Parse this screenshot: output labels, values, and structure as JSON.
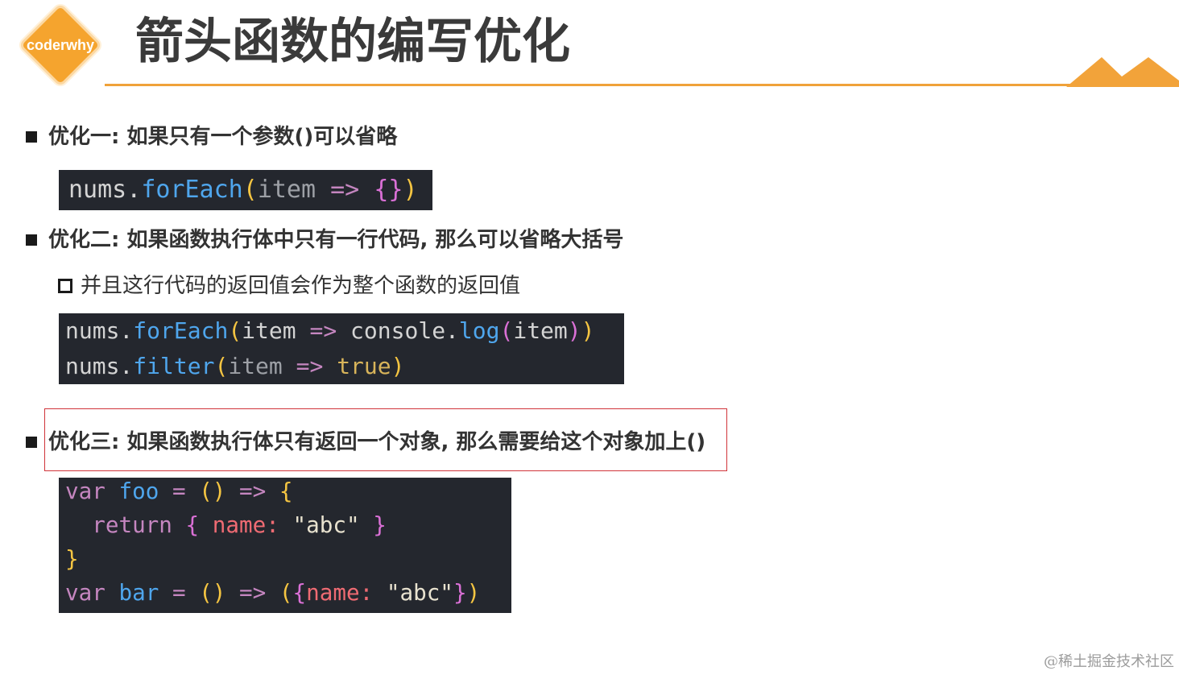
{
  "logo": {
    "text": "coderwhy"
  },
  "title": "箭头函数的编写优化",
  "sections": [
    {
      "marker": "filled-square",
      "text": "优化一: 如果只有一个参数()可以省略"
    },
    {
      "marker": "filled-square",
      "text": "优化二: 如果函数执行体中只有一行代码, 那么可以省略大括号"
    },
    {
      "marker": "hollow-square",
      "text": "并且这行代码的返回值会作为整个函数的返回值"
    },
    {
      "marker": "filled-square",
      "text": "优化三: 如果函数执行体只有返回一个对象, 那么需要给这个对象加上()"
    }
  ],
  "colors": {
    "accent": "#f0a23a",
    "highlight_border": "#d0343a",
    "code_background": "#24272e"
  },
  "syntax_colors": {
    "plain": "#d4d4d4",
    "param": "#d4d4d4",
    "dim": "#9da0a6",
    "fn": "#4fa6ed",
    "kw": "#c586c0",
    "bracket1": "#f5c542",
    "bracket2": "#da70d6",
    "prop": "#ef6b73",
    "str": "#e8e2cf",
    "bool": "#d8b45a"
  },
  "code_blocks": [
    {
      "lines": [
        [
          [
            "nums.",
            "plain"
          ],
          [
            "forEach",
            "fn"
          ],
          [
            "(",
            "bracket1"
          ],
          [
            "item",
            "dim"
          ],
          [
            " ",
            "plain"
          ],
          [
            "=>",
            "kw"
          ],
          [
            " ",
            "plain"
          ],
          [
            "{}",
            "bracket2"
          ],
          [
            ")",
            "bracket1"
          ]
        ]
      ]
    },
    {
      "lines": [
        [
          [
            "nums.",
            "plain"
          ],
          [
            "forEach",
            "fn"
          ],
          [
            "(",
            "bracket1"
          ],
          [
            "item",
            "param"
          ],
          [
            " ",
            "plain"
          ],
          [
            "=>",
            "kw"
          ],
          [
            " ",
            "plain"
          ],
          [
            "console.",
            "plain"
          ],
          [
            "log",
            "fn"
          ],
          [
            "(",
            "bracket2"
          ],
          [
            "item",
            "param"
          ],
          [
            ")",
            "bracket2"
          ],
          [
            ")",
            "bracket1"
          ]
        ],
        [
          [
            "nums.",
            "plain"
          ],
          [
            "filter",
            "fn"
          ],
          [
            "(",
            "bracket1"
          ],
          [
            "item",
            "dim"
          ],
          [
            " ",
            "plain"
          ],
          [
            "=>",
            "kw"
          ],
          [
            " ",
            "plain"
          ],
          [
            "true",
            "bool"
          ],
          [
            ")",
            "bracket1"
          ]
        ]
      ]
    },
    {
      "lines": [
        [
          [
            "var",
            "kw"
          ],
          [
            " ",
            "plain"
          ],
          [
            "foo",
            "fn"
          ],
          [
            " ",
            "plain"
          ],
          [
            "=",
            "kw"
          ],
          [
            " ",
            "plain"
          ],
          [
            "()",
            "bracket1"
          ],
          [
            " ",
            "plain"
          ],
          [
            "=>",
            "kw"
          ],
          [
            " ",
            "plain"
          ],
          [
            "{",
            "bracket1"
          ]
        ],
        [
          [
            "  ",
            "plain"
          ],
          [
            "return",
            "kw"
          ],
          [
            " ",
            "plain"
          ],
          [
            "{",
            "bracket2"
          ],
          [
            " ",
            "plain"
          ],
          [
            "name:",
            "prop"
          ],
          [
            " ",
            "plain"
          ],
          [
            "\"abc\"",
            "str"
          ],
          [
            " ",
            "plain"
          ],
          [
            "}",
            "bracket2"
          ]
        ],
        [
          [
            "}",
            "bracket1"
          ]
        ],
        [
          [
            "var",
            "kw"
          ],
          [
            " ",
            "plain"
          ],
          [
            "bar",
            "fn"
          ],
          [
            " ",
            "plain"
          ],
          [
            "=",
            "kw"
          ],
          [
            " ",
            "plain"
          ],
          [
            "()",
            "bracket1"
          ],
          [
            " ",
            "plain"
          ],
          [
            "=>",
            "kw"
          ],
          [
            " ",
            "plain"
          ],
          [
            "(",
            "bracket1"
          ],
          [
            "{",
            "bracket2"
          ],
          [
            "name:",
            "prop"
          ],
          [
            " ",
            "plain"
          ],
          [
            "\"abc\"",
            "str"
          ],
          [
            "}",
            "bracket2"
          ],
          [
            ")",
            "bracket1"
          ]
        ]
      ]
    }
  ],
  "watermark": "@稀土掘金技术社区"
}
